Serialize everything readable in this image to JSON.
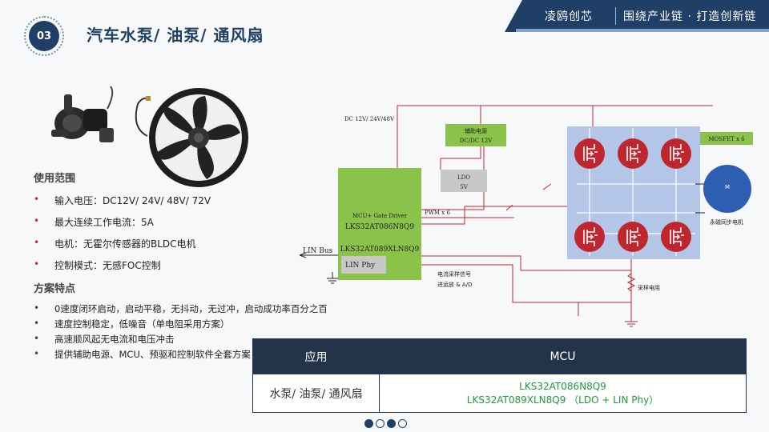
{
  "header": {
    "brand": "凌鸥创芯",
    "slogan": "围绕产业链 · 打造创新链"
  },
  "slide": {
    "number": "03",
    "title": "汽车水泵/ 油泵/ 通风扇"
  },
  "usage": {
    "heading": "使用范围",
    "items": [
      "输入电压：DC12V/ 24V/ 48V/ 72V",
      "最大连续工作电流：5A",
      "电机：无霍尔传感器的BLDC电机",
      "控制模式：无感FOC控制"
    ]
  },
  "features": {
    "heading": "方案特点",
    "items": [
      "0速度闭环启动，启动平稳，无抖动，无过冲，启动成功率百分之百",
      "速度控制稳定，低噪音（单电阻采用方案）",
      "高速顺风起无电流和电压冲击",
      "提供辅助电源、MCU、预驱和控制软件全套方案"
    ]
  },
  "diagram": {
    "dc_input": "DC 12V/ 24V/48V",
    "aux_power": "辅助电源",
    "dcdc": "DC/DC 12V",
    "ldo": "LDO",
    "ldo_v": "5V",
    "mcu_line1": "MCU+ Gate Driver",
    "mcu_line2": "LKS32AT086N8Q9",
    "mcu_line3": "LKS32AT089XLN8Q9",
    "lin_phy": "LIN Phy",
    "lin_bus": "LIN Bus",
    "pwm": "PWM x 6",
    "sense1": "电流采样信号",
    "sense2": "进运放 & A/D",
    "mosfet": "MOSFET x 6",
    "motor_m": "M",
    "motor_label": "永磁同步电机",
    "shunt": "采样电阻"
  },
  "table": {
    "headers": [
      "应用",
      "MCU"
    ],
    "rows": [
      {
        "app": "水泵/ 油泵/ 通风扇",
        "mcu1": "LKS32AT086N8Q9",
        "mcu2": "LKS32AT089XLN8Q9 （LDO + LIN Phy）"
      }
    ]
  },
  "pager": {
    "dots": [
      "on",
      "off",
      "on",
      "off"
    ]
  },
  "colors": {
    "navy": "#1f3f66",
    "mcu_green": "#8bc34a",
    "mosfet_bg": "#b3c6e8",
    "wire_red": "#c0262d",
    "part_green": "#1e9a3a"
  }
}
